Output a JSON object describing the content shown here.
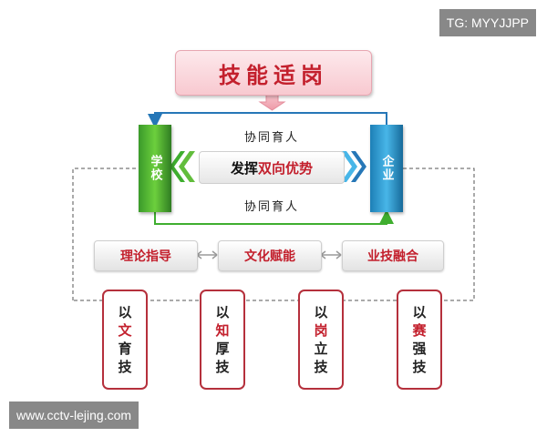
{
  "title": "技能适岗",
  "left_box": "学校",
  "right_box": "企业",
  "center": {
    "part1": "发挥",
    "part2": "双向优势"
  },
  "top_label": "协同育人",
  "bottom_label": "协同育人",
  "pills": [
    "理论指导",
    "文化赋能",
    "业技融合"
  ],
  "columns": [
    [
      "以",
      "文",
      "育",
      "技"
    ],
    [
      "以",
      "知",
      "厚",
      "技"
    ],
    [
      "以",
      "岗",
      "立",
      "技"
    ],
    [
      "以",
      "赛",
      "强",
      "技"
    ]
  ],
  "watermarks": {
    "top_right": "TG: MYYJJPP",
    "bottom_left": "www.cctv-lejing.com"
  },
  "colors": {
    "red": "#c3202d",
    "green": "#3fae2f",
    "blue": "#2677b7"
  }
}
